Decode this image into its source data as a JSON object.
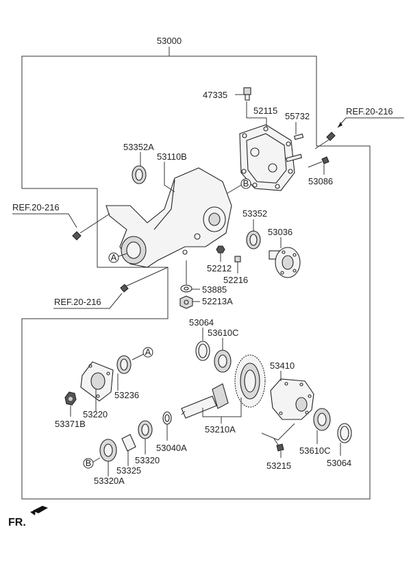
{
  "diagram": {
    "assembly_number": "53000",
    "front_label": "FR.",
    "references": [
      "REF.20-216",
      "REF.20-216",
      "REF.20-216"
    ],
    "callouts": [
      "A",
      "A",
      "B",
      "B"
    ],
    "parts": {
      "p47335": "47335",
      "p52115": "52115",
      "p55732": "55732",
      "p53086": "53086",
      "p53352A": "53352A",
      "p53110B": "53110B",
      "p53352": "53352",
      "p53036": "53036",
      "p52212": "52212",
      "p52216": "52216",
      "p53885": "53885",
      "p52213A": "52213A",
      "p53064a": "53064",
      "p53610Ca": "53610C",
      "p53410": "53410",
      "p53236": "53236",
      "p53220": "53220",
      "p53371B": "53371B",
      "p53210A": "53210A",
      "p53040A": "53040A",
      "p53320": "53320",
      "p53325": "53325",
      "p53320A": "53320A",
      "p53215": "53215",
      "p53610Cb": "53610C",
      "p53064b": "53064"
    }
  }
}
